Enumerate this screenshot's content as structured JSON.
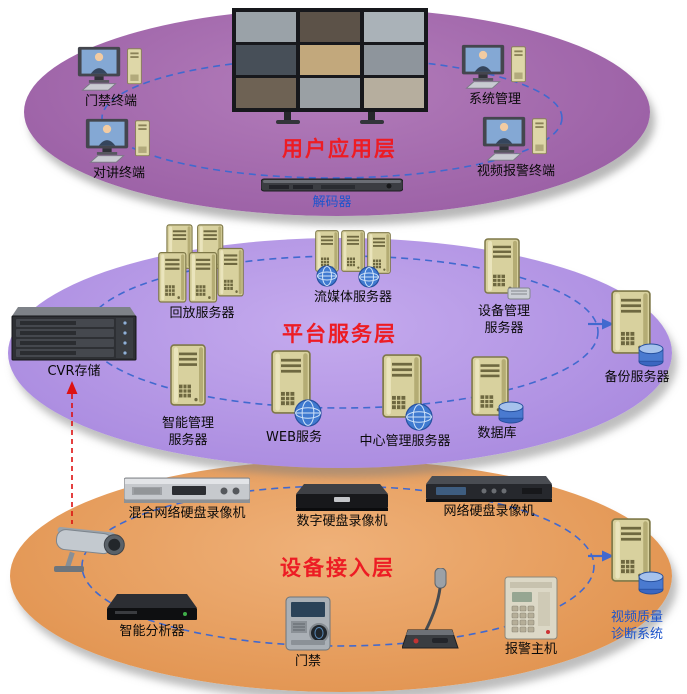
{
  "layers": {
    "app": {
      "title": "用户应用层",
      "items": {
        "access_terminal": "门禁终端",
        "intercom_terminal": "对讲终端",
        "system_management": "系统管理",
        "video_alarm_terminal": "视频报警终端",
        "decoder": "解码器"
      }
    },
    "platform": {
      "title": "平台服务层",
      "items": {
        "playback_server": "回放服务器",
        "streaming_server": "流媒体服务器",
        "device_mgmt_line1": "设备管理",
        "device_mgmt_line2": "服务器",
        "cvr_storage": "CVR存储",
        "backup_server": "备份服务器",
        "intelligent_line1": "智能管理",
        "intelligent_line2": "服务器",
        "web_service": "WEB服务",
        "central_mgmt_server": "中心管理服务器",
        "database": "数据库"
      }
    },
    "device": {
      "title": "设备接入层",
      "items": {
        "hybrid_dvr": "混合网络硬盘录像机",
        "digital_dvr": "数字硬盘录像机",
        "network_dvr": "网络硬盘录像机",
        "intelligent_analyzer": "智能分析器",
        "door_access": "门禁",
        "alarm_host": "报警主机",
        "video_quality_line1": "视频质量",
        "video_quality_line2": "诊断系统"
      }
    }
  },
  "colors": {
    "app_layer": "#9c61a6",
    "platform_layer": "#ab8ce0",
    "device_layer": "#e29552",
    "title_red": "#ed1c24",
    "label_blue": "#1d54cc",
    "connector_blue": "#4169cf",
    "connector_red": "#dd1111"
  },
  "icons": {
    "workstation": "monitor-with-tower",
    "video_wall": "surveillance-grid-monitor",
    "decoder": "rack-device",
    "server": "tower-server",
    "globe_server": "tower-server-with-globe",
    "database_server": "tower-server-with-cylinder",
    "storage": "disk-array",
    "camera": "bullet-camera",
    "dvr": "recorder-box",
    "analyzer": "flat-box",
    "door": "fingerprint-terminal",
    "mic": "desk-microphone",
    "alarm": "keypad-panel"
  }
}
